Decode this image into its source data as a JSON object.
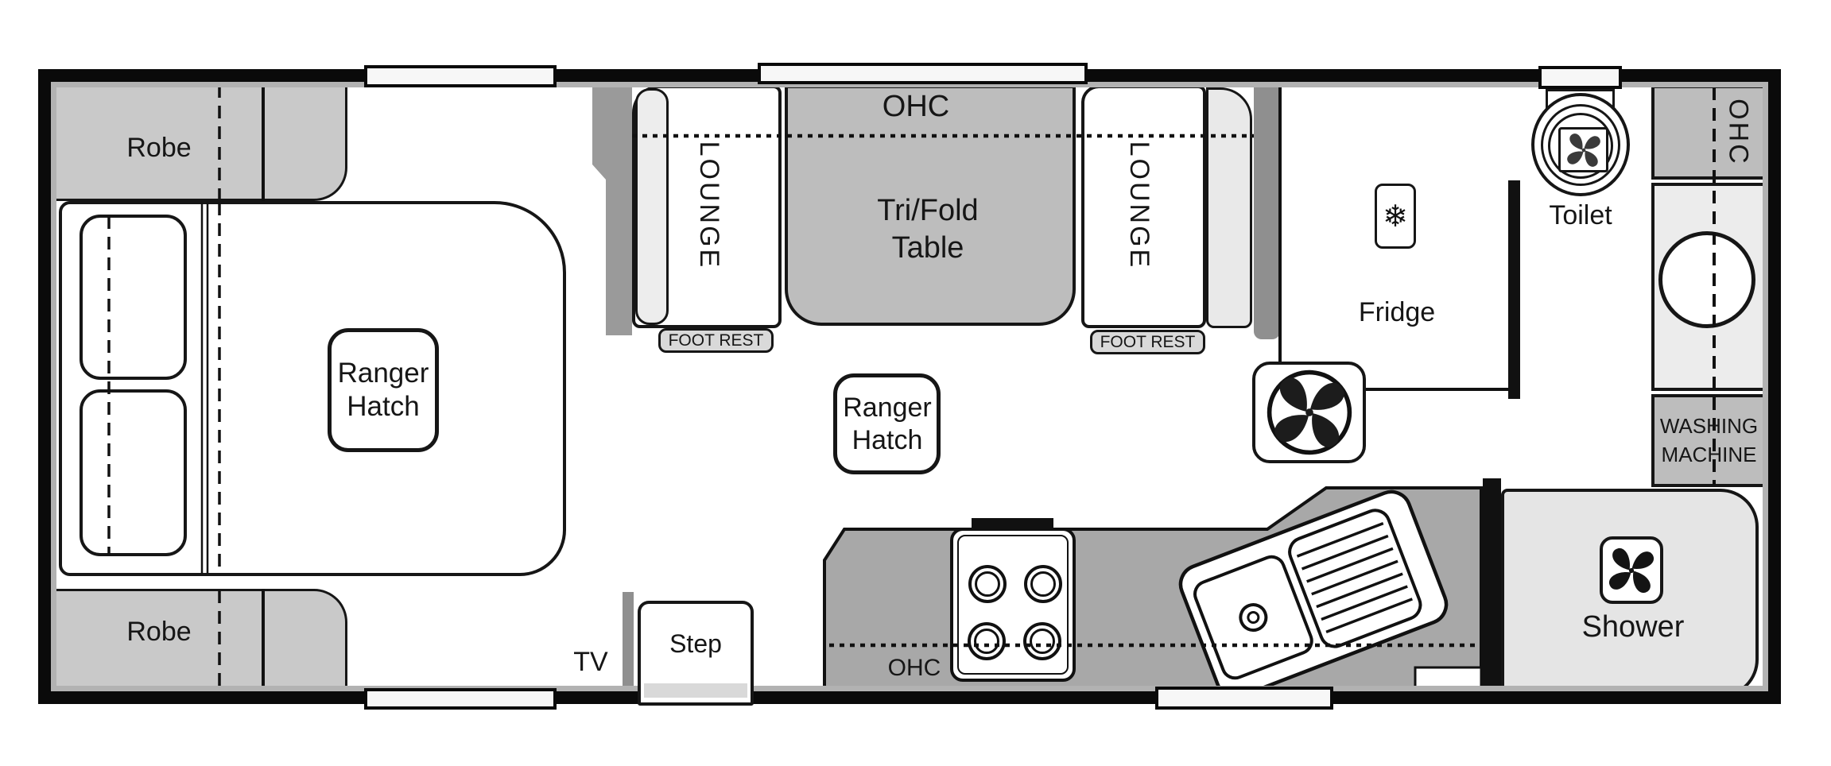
{
  "labels": {
    "robe_top": "Robe",
    "robe_bottom": "Robe",
    "ranger_hatch_bed": "Ranger Hatch",
    "ranger_hatch_floor": "Ranger Hatch",
    "lounge_left": "LOUNGE",
    "lounge_right": "LOUNGE",
    "ohc_lounge": "OHC",
    "trifold_table": "Tri/Fold Table",
    "footrest_left": "FOOT REST",
    "footrest_right": "FOOT REST",
    "fridge": "Fridge",
    "toilet": "Toilet",
    "ohc_bathroom": "OHC",
    "washing_machine": "WASHING MACHINE",
    "shower": "Shower",
    "tv": "TV",
    "step": "Step",
    "ohc_kitchen": "OHC"
  },
  "icons": {
    "fridge_freezer": "snowflake-icon",
    "fridge_glyph": "❄",
    "toilet_fan": "fan-icon",
    "ceiling_fan": "fan-icon",
    "shower_fan": "fan-icon"
  },
  "colors": {
    "wall": "#0a0a0a",
    "cabinet_gray": "#c9c9c9",
    "mid_gray": "#bdbdbd",
    "dark_gray": "#8f8f8f",
    "bench_gray": "#a8a8a8",
    "room_light_gray": "#e5e5e5",
    "footrest_gray": "#d9d9d9"
  }
}
